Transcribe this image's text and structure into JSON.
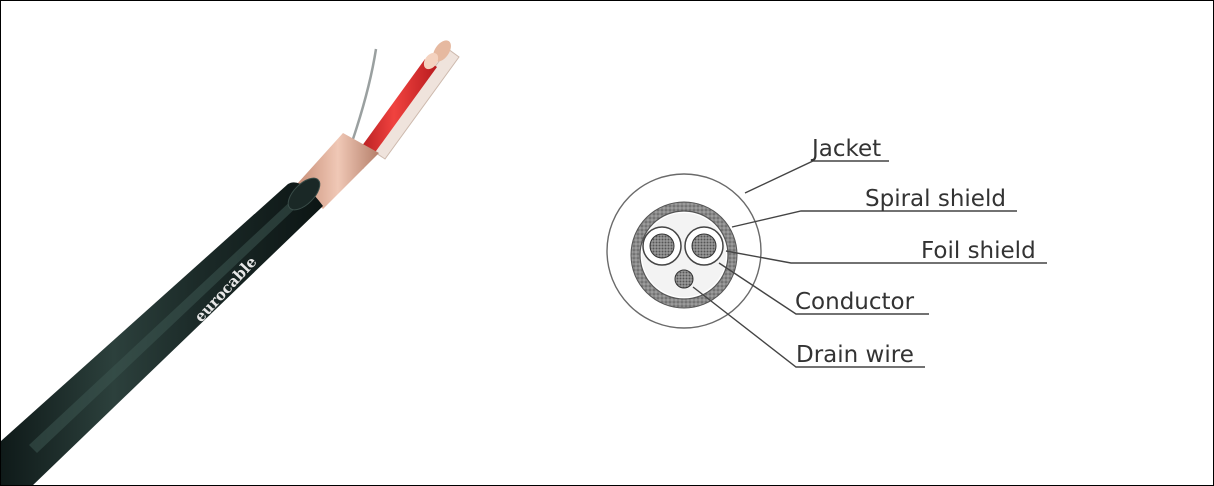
{
  "cable": {
    "brand": "eurocable"
  },
  "diagram": {
    "labels": [
      {
        "key": "jacket",
        "text": "Jacket"
      },
      {
        "key": "spiral_shield",
        "text": "Spiral shield"
      },
      {
        "key": "foil_shield",
        "text": "Foil shield"
      },
      {
        "key": "conductor",
        "text": "Conductor"
      },
      {
        "key": "drain_wire",
        "text": "Drain wire"
      }
    ]
  },
  "colors": {
    "jacket": "#20302d",
    "inner_sheath": "#e3b4a0",
    "conductor_red": "#d8262a",
    "conductor_white": "#efe3dc",
    "label_text": "#333333",
    "leader_line": "#444444"
  }
}
